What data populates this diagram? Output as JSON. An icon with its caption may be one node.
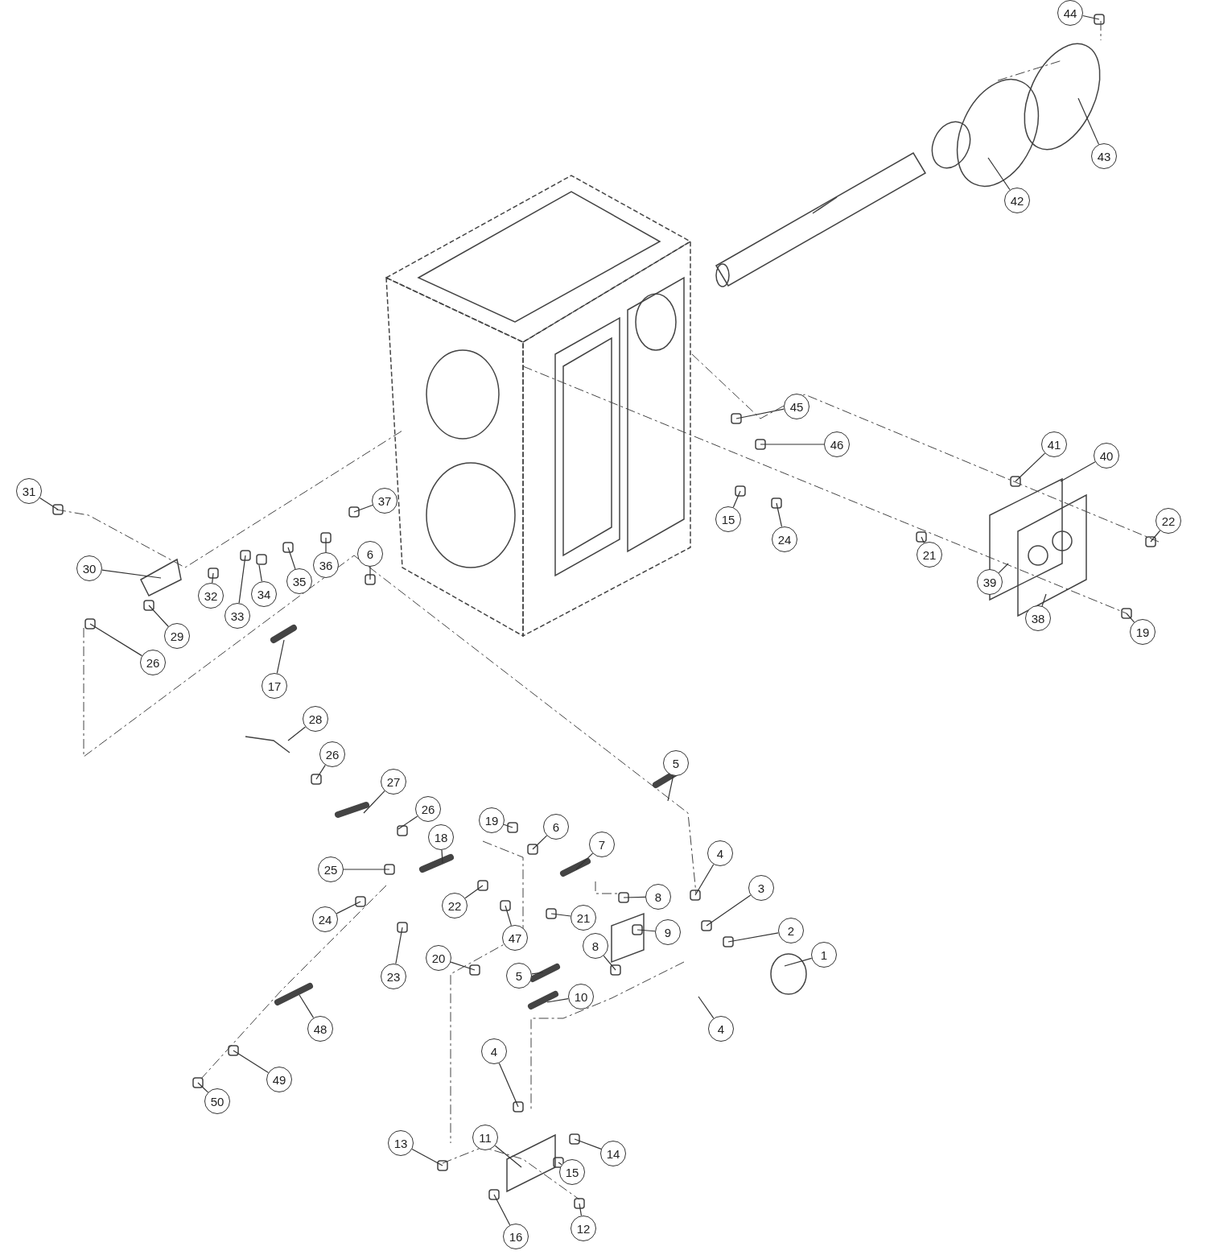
{
  "diagram": {
    "nodes": [
      {
        "text": [
          "44"
        ]
      },
      {
        "text": [
          "43"
        ]
      },
      {
        "text": [
          "42"
        ]
      },
      {
        "text": [
          "45"
        ]
      },
      {
        "text": [
          "46"
        ]
      },
      {
        "text": [
          "41"
        ]
      },
      {
        "text": [
          "40"
        ]
      },
      {
        "text": [
          "31"
        ]
      },
      {
        "text": [
          "15"
        ]
      },
      {
        "text": [
          "22"
        ]
      },
      {
        "text": [
          "37"
        ]
      },
      {
        "text": [
          "6"
        ]
      },
      {
        "text": [
          "24"
        ]
      },
      {
        "text": [
          "21"
        ]
      },
      {
        "text": [
          "36"
        ]
      },
      {
        "text": [
          "35"
        ]
      },
      {
        "text": [
          "30"
        ]
      },
      {
        "text": [
          "34"
        ]
      },
      {
        "text": [
          "39"
        ]
      },
      {
        "text": [
          "33"
        ]
      },
      {
        "text": [
          "32"
        ]
      },
      {
        "text": [
          "38"
        ]
      },
      {
        "text": [
          "29"
        ]
      },
      {
        "text": [
          "19"
        ]
      },
      {
        "text": [
          "26"
        ]
      },
      {
        "text": [
          "17"
        ]
      },
      {
        "text": [
          "28"
        ]
      },
      {
        "text": [
          "26"
        ]
      },
      {
        "text": [
          "5"
        ]
      },
      {
        "text": [
          "27"
        ]
      },
      {
        "text": [
          "26"
        ]
      },
      {
        "text": [
          "19"
        ]
      },
      {
        "text": [
          "6"
        ]
      },
      {
        "text": [
          "18"
        ]
      },
      {
        "text": [
          "7"
        ]
      },
      {
        "text": [
          "4"
        ]
      },
      {
        "text": [
          "25"
        ]
      },
      {
        "text": [
          "3"
        ]
      },
      {
        "text": [
          "8"
        ]
      },
      {
        "text": [
          "22"
        ]
      },
      {
        "text": [
          "21"
        ]
      },
      {
        "text": [
          "47"
        ]
      },
      {
        "text": [
          "24"
        ]
      },
      {
        "text": [
          "2"
        ]
      },
      {
        "text": [
          "9"
        ]
      },
      {
        "text": [
          "20"
        ]
      },
      {
        "text": [
          "8"
        ]
      },
      {
        "text": [
          "1"
        ]
      },
      {
        "text": [
          "5"
        ]
      },
      {
        "text": [
          "23"
        ]
      },
      {
        "text": [
          "10"
        ]
      },
      {
        "text": [
          "4"
        ]
      },
      {
        "text": [
          "48"
        ]
      },
      {
        "text": [
          "4"
        ]
      },
      {
        "text": [
          "49"
        ]
      },
      {
        "text": [
          "50"
        ]
      },
      {
        "text": [
          "11"
        ]
      },
      {
        "text": [
          "13"
        ]
      },
      {
        "text": [
          "14"
        ]
      },
      {
        "text": [
          "15"
        ]
      },
      {
        "text": [
          "12"
        ]
      },
      {
        "text": [
          "16"
        ]
      }
    ],
    "edges": [
      {
        "from": 0,
        "to": null,
        "arrow": "none"
      },
      {
        "from": 1,
        "to": null,
        "arrow": "none"
      },
      {
        "from": 2,
        "to": null,
        "arrow": "none"
      },
      {
        "from": 3,
        "to": null,
        "arrow": "none"
      },
      {
        "from": 4,
        "to": null,
        "arrow": "none"
      },
      {
        "from": 5,
        "to": null,
        "arrow": "none"
      },
      {
        "from": 6,
        "to": null,
        "arrow": "none"
      },
      {
        "from": 7,
        "to": null,
        "arrow": "none"
      },
      {
        "from": 8,
        "to": null,
        "arrow": "none"
      },
      {
        "from": 9,
        "to": null,
        "arrow": "none"
      },
      {
        "from": 10,
        "to": null,
        "arrow": "none"
      },
      {
        "from": 11,
        "to": null,
        "arrow": "none"
      },
      {
        "from": 12,
        "to": null,
        "arrow": "none"
      },
      {
        "from": 13,
        "to": null,
        "arrow": "none"
      },
      {
        "from": 14,
        "to": null,
        "arrow": "none"
      },
      {
        "from": 15,
        "to": null,
        "arrow": "none"
      },
      {
        "from": 16,
        "to": null,
        "arrow": "none"
      },
      {
        "from": 17,
        "to": null,
        "arrow": "none"
      },
      {
        "from": 18,
        "to": null,
        "arrow": "none"
      },
      {
        "from": 19,
        "to": null,
        "arrow": "none"
      },
      {
        "from": 20,
        "to": null,
        "arrow": "none"
      },
      {
        "from": 21,
        "to": null,
        "arrow": "none"
      },
      {
        "from": 22,
        "to": null,
        "arrow": "none"
      },
      {
        "from": 23,
        "to": null,
        "arrow": "none"
      },
      {
        "from": 24,
        "to": null,
        "arrow": "none"
      },
      {
        "from": 25,
        "to": null,
        "arrow": "none"
      },
      {
        "from": 26,
        "to": null,
        "arrow": "none"
      },
      {
        "from": 27,
        "to": null,
        "arrow": "none"
      },
      {
        "from": 28,
        "to": null,
        "arrow": "none"
      },
      {
        "from": 29,
        "to": null,
        "arrow": "none"
      },
      {
        "from": 30,
        "to": null,
        "arrow": "none"
      },
      {
        "from": 31,
        "to": null,
        "arrow": "none"
      },
      {
        "from": 32,
        "to": null,
        "arrow": "none"
      },
      {
        "from": 33,
        "to": null,
        "arrow": "none"
      },
      {
        "from": 34,
        "to": null,
        "arrow": "none"
      },
      {
        "from": 35,
        "to": null,
        "arrow": "none"
      },
      {
        "from": 36,
        "to": null,
        "arrow": "none"
      },
      {
        "from": 37,
        "to": null,
        "arrow": "none"
      },
      {
        "from": 38,
        "to": null,
        "arrow": "none"
      },
      {
        "from": 39,
        "to": null,
        "arrow": "none"
      },
      {
        "from": 40,
        "to": null,
        "arrow": "none"
      },
      {
        "from": 41,
        "to": null,
        "arrow": "none"
      },
      {
        "from": 42,
        "to": null,
        "arrow": "none"
      },
      {
        "from": 43,
        "to": null,
        "arrow": "none"
      },
      {
        "from": 44,
        "to": null,
        "arrow": "none"
      },
      {
        "from": 45,
        "to": null,
        "arrow": "none"
      },
      {
        "from": 46,
        "to": null,
        "arrow": "none"
      },
      {
        "from": 47,
        "to": null,
        "arrow": "none"
      },
      {
        "from": 48,
        "to": null,
        "arrow": "none"
      },
      {
        "from": 49,
        "to": null,
        "arrow": "none"
      },
      {
        "from": 50,
        "to": null,
        "arrow": "none"
      },
      {
        "from": 51,
        "to": null,
        "arrow": "none"
      },
      {
        "from": 52,
        "to": null,
        "arrow": "none"
      },
      {
        "from": 53,
        "to": null,
        "arrow": "none"
      },
      {
        "from": 54,
        "to": null,
        "arrow": "none"
      },
      {
        "from": 55,
        "to": null,
        "arrow": "none"
      },
      {
        "from": 56,
        "to": null,
        "arrow": "none"
      },
      {
        "from": 57,
        "to": null,
        "arrow": "none"
      },
      {
        "from": 58,
        "to": null,
        "arrow": "none"
      },
      {
        "from": 59,
        "to": null,
        "arrow": "none"
      },
      {
        "from": 60,
        "to": null,
        "arrow": "none"
      },
      {
        "from": 61,
        "to": null,
        "arrow": "none"
      }
    ]
  }
}
